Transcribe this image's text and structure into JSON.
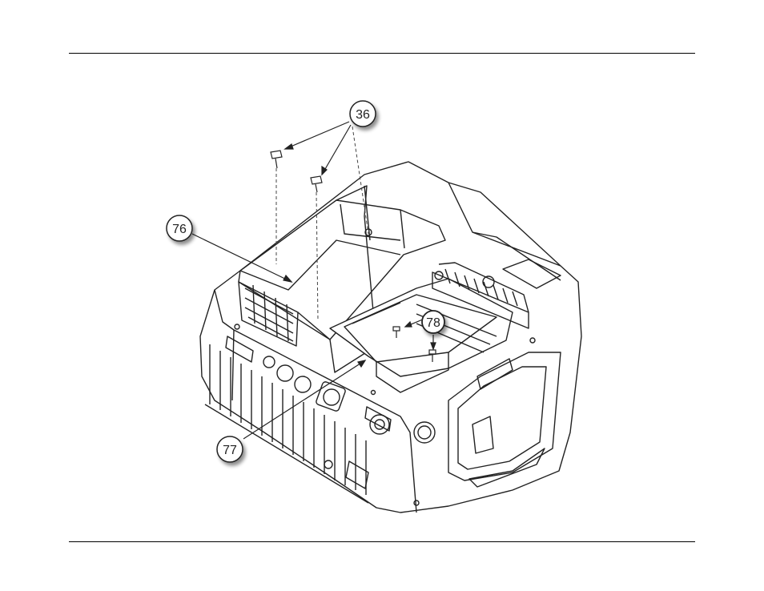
{
  "callouts": [
    {
      "id": "36",
      "label": "36"
    },
    {
      "id": "76",
      "label": "76"
    },
    {
      "id": "77",
      "label": "77"
    },
    {
      "id": "78",
      "label": "78"
    }
  ]
}
